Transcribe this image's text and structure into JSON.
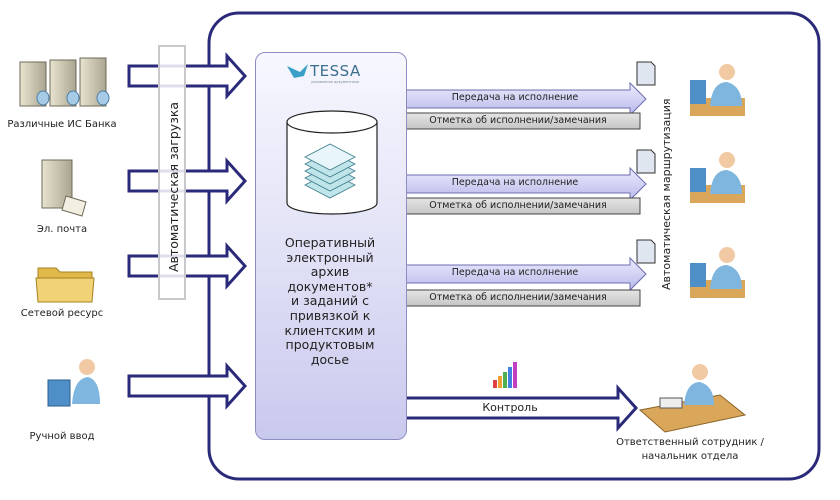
{
  "sources": [
    {
      "label": "Различные ИС Банка",
      "icon": "servers-icon"
    },
    {
      "label": "Эл. почта",
      "icon": "mail-server-icon"
    },
    {
      "label": "Сетевой ресурс",
      "icon": "folder-icon"
    },
    {
      "label": "Ручной ввод",
      "icon": "person-at-computer-icon"
    }
  ],
  "auto_load": "Автоматическая загрузка",
  "center": {
    "logo": "TESSA",
    "logo_sub": "управление документами",
    "lines": [
      "Оперативный",
      "электронный",
      "архив",
      "документов*",
      "и заданий с",
      "привязкой к",
      "клиентским и",
      "продуктовым",
      "досье"
    ]
  },
  "routing": {
    "forward": "Передача на исполнение",
    "back": "Отметка об исполнении/замечания",
    "vertical": "Автоматическая маршрутизация"
  },
  "control": {
    "label": "Контроль",
    "recipient_lines": [
      "Ответственный сотрудник /",
      "начальник отдела"
    ]
  },
  "colors": {
    "frame": "#2b2a7a",
    "panel": "#d6d6f2",
    "forward_arrow": "#c9c9f0",
    "back_arrow": "#c8c8c8"
  }
}
